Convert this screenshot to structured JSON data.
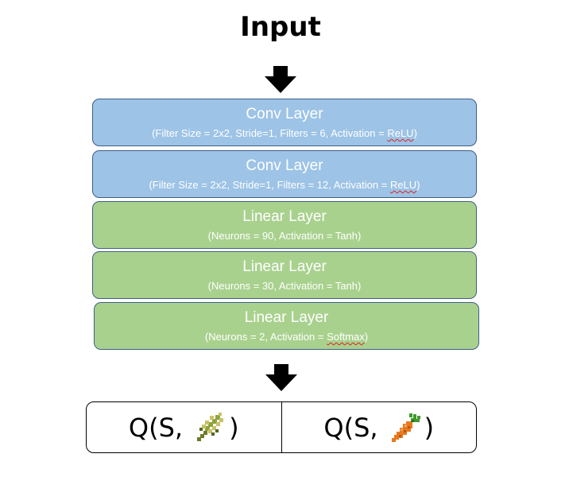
{
  "title": "Input",
  "layers": [
    {
      "kind": "conv",
      "name": "Conv Layer",
      "params_before": "(Filter Size = 2x2, Stride=1, Filters = 6, Activation = ",
      "params_marked": "ReLU",
      "params_after": ")"
    },
    {
      "kind": "conv",
      "name": "Conv Layer",
      "params_before": "(Filter Size = 2x2, Stride=1, Filters = 12, Activation = ",
      "params_marked": "ReLU",
      "params_after": ")"
    },
    {
      "kind": "linear",
      "name": "Linear Layer",
      "params_before": "(Neurons = 90, Activation = Tanh)",
      "params_marked": "",
      "params_after": ""
    },
    {
      "kind": "linear",
      "name": "Linear Layer",
      "params_before": "(Neurons = 30, Activation = Tanh)",
      "params_marked": "",
      "params_after": ""
    },
    {
      "kind": "linear",
      "name": "Linear Layer",
      "params_before": "(Neurons = 2, Activation = ",
      "params_marked": "Softmax",
      "params_after": ")"
    }
  ],
  "outputs": [
    {
      "prefix": "Q(S,",
      "suffix": ")",
      "icon": "wheat-icon"
    },
    {
      "prefix": "Q(S,",
      "suffix": ")",
      "icon": "carrot-icon"
    }
  ],
  "colors": {
    "conv_fill": "#9dc3e6",
    "linear_fill": "#a9d18e",
    "border": "#3f5f86"
  }
}
